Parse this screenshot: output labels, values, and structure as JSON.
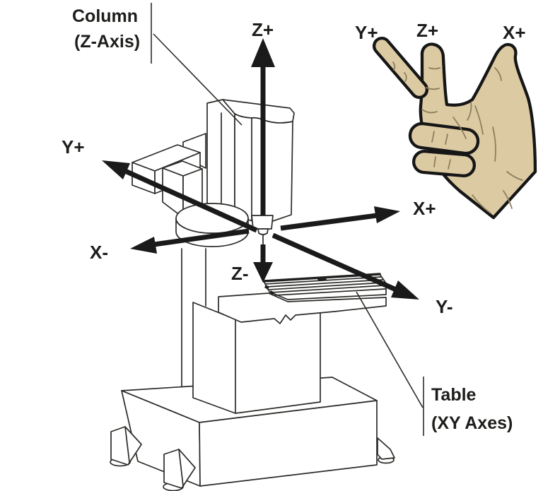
{
  "labels": {
    "column_callout": {
      "line1": "Column",
      "line2": "(Z-Axis)"
    },
    "table_callout": {
      "line1": "Table",
      "line2": "(XY Axes)"
    },
    "machine_axes": {
      "z_plus": "Z+",
      "z_minus": "Z-",
      "x_plus": "X+",
      "x_minus": "X-",
      "y_plus": "Y+",
      "y_minus": "Y-"
    },
    "hand_axes": {
      "y_plus": "Y+",
      "z_plus": "Z+",
      "x_plus": "X+"
    }
  },
  "colors": {
    "background": "#ffffff",
    "machine_line": "#2b2b28",
    "arrow": "#1a1a1a",
    "text": "#1d1d1b",
    "hand_skin": "#dccaa3",
    "hand_outline": "#161616",
    "hand_crease": "#8f7e5e"
  }
}
